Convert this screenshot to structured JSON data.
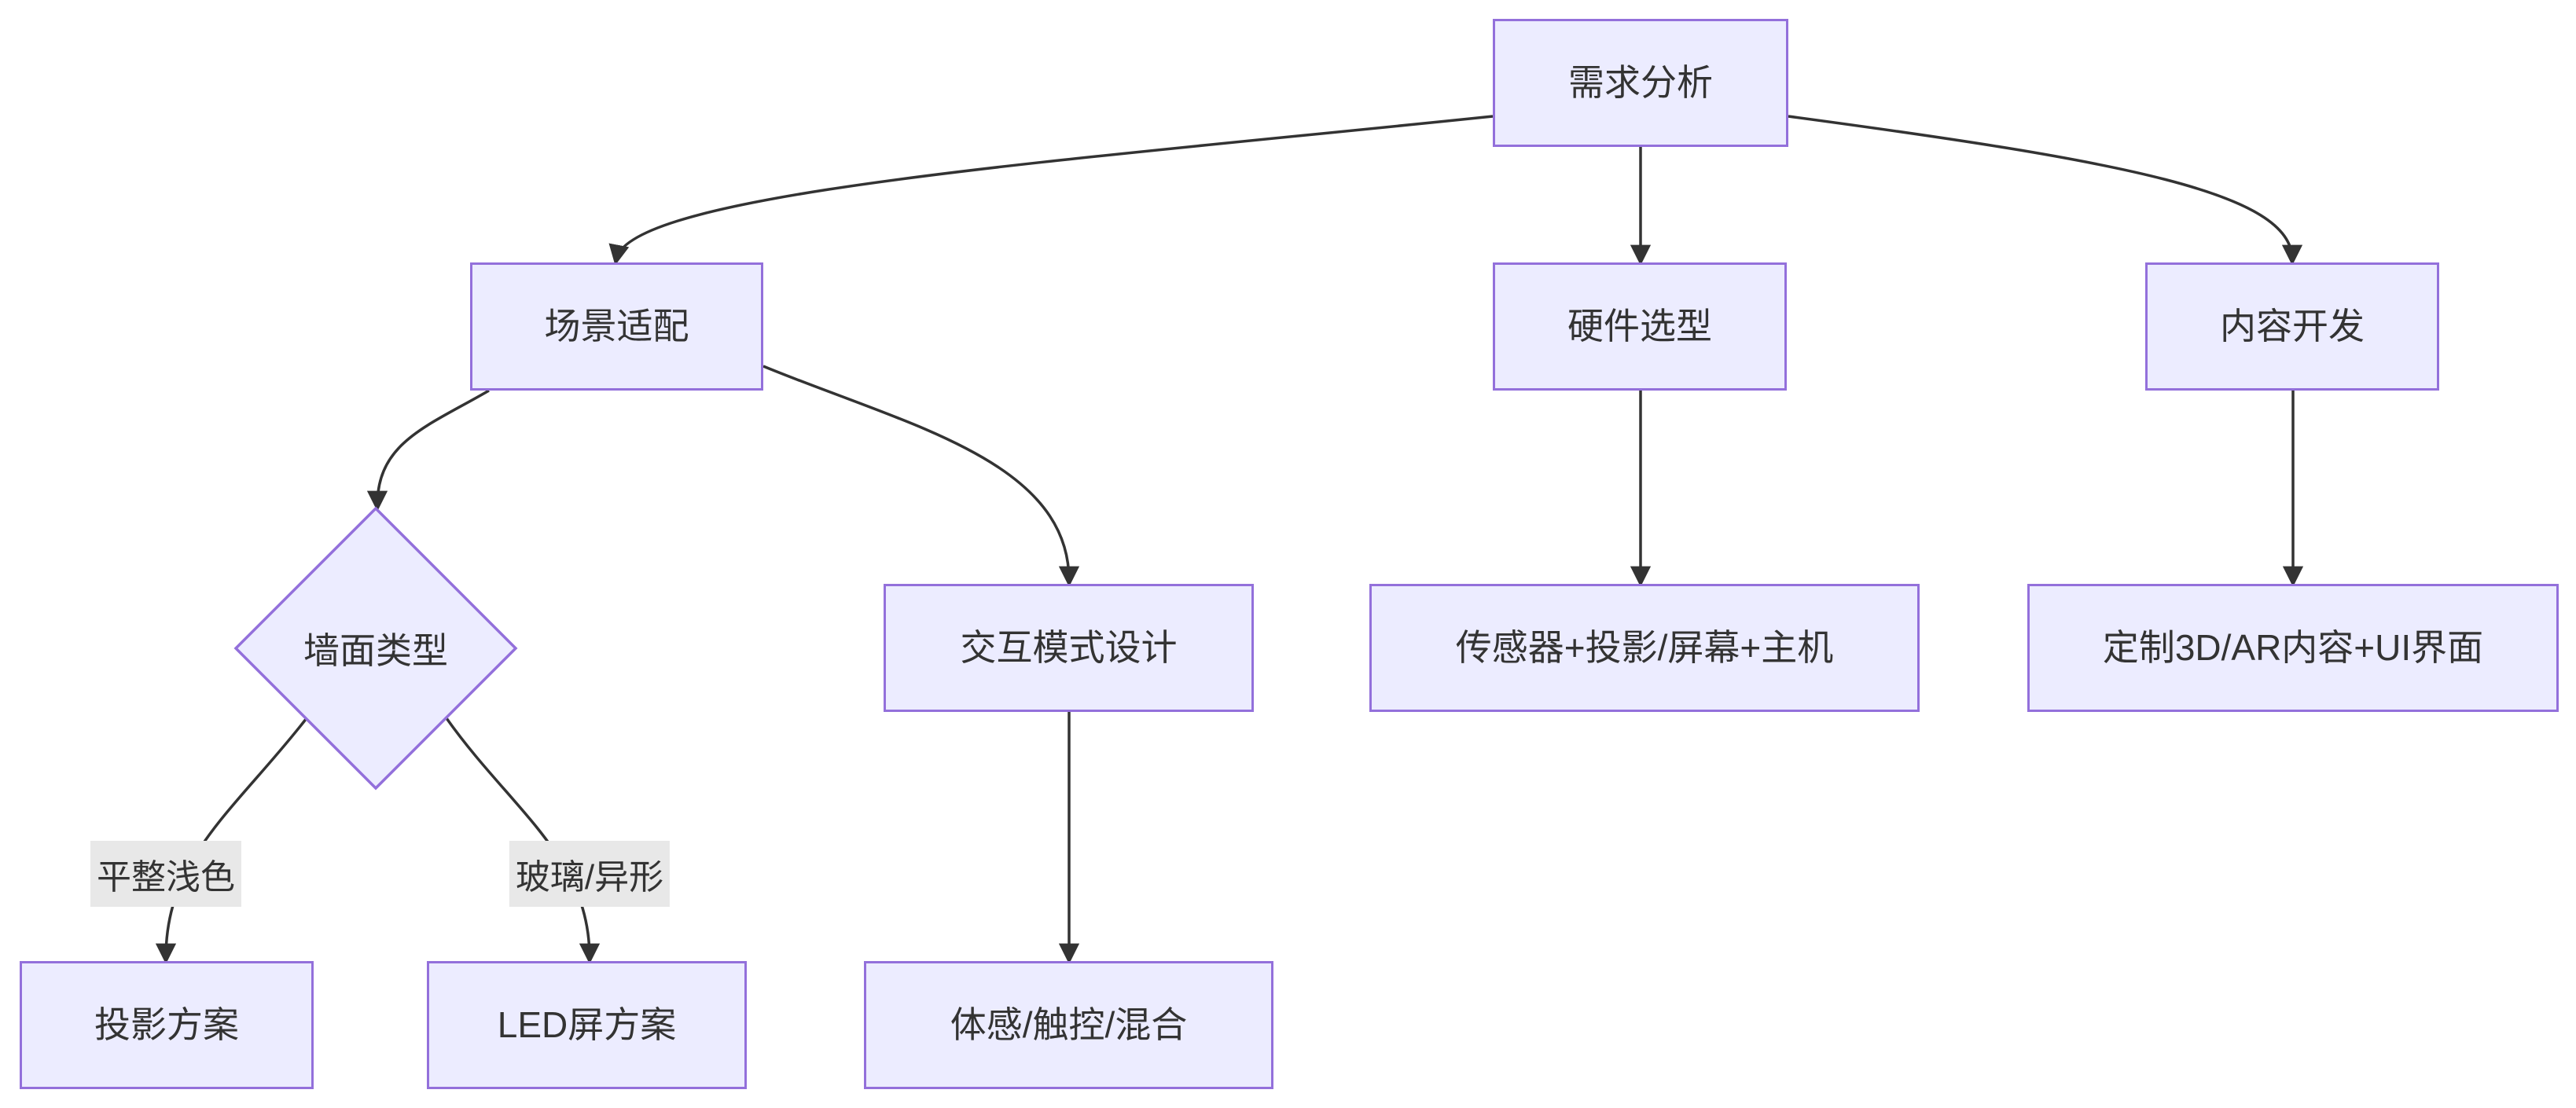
{
  "flowchart": {
    "direction": "top-down",
    "colors": {
      "node_fill": "#ECECFF",
      "node_border": "#9370DB",
      "edge": "#333333",
      "text": "#333333",
      "edge_label_bg": "#e8e8e8",
      "background": "#ffffff"
    },
    "nodes": {
      "requirements": {
        "label": "需求分析",
        "shape": "rectangle"
      },
      "scene_adapt": {
        "label": "场景适配",
        "shape": "rectangle"
      },
      "hardware": {
        "label": "硬件选型",
        "shape": "rectangle"
      },
      "content_dev": {
        "label": "内容开发",
        "shape": "rectangle"
      },
      "wall_type": {
        "label": "墙面类型",
        "shape": "diamond"
      },
      "interaction_design": {
        "label": "交互模式设计",
        "shape": "rectangle"
      },
      "hardware_detail": {
        "label": "传感器+投影/屏幕+主机",
        "shape": "rectangle"
      },
      "content_detail": {
        "label": "定制3D/AR内容+UI界面",
        "shape": "rectangle"
      },
      "projection_plan": {
        "label": "投影方案",
        "shape": "rectangle"
      },
      "led_plan": {
        "label": "LED屏方案",
        "shape": "rectangle"
      },
      "hybrid_modes": {
        "label": "体感/触控/混合",
        "shape": "rectangle"
      }
    },
    "edges": [
      {
        "from": "需求分析",
        "to": "场景适配",
        "label": ""
      },
      {
        "from": "需求分析",
        "to": "硬件选型",
        "label": ""
      },
      {
        "from": "需求分析",
        "to": "内容开发",
        "label": ""
      },
      {
        "from": "场景适配",
        "to": "墙面类型",
        "label": ""
      },
      {
        "from": "场景适配",
        "to": "交互模式设计",
        "label": ""
      },
      {
        "from": "墙面类型",
        "to": "投影方案",
        "label": "平整浅色"
      },
      {
        "from": "墙面类型",
        "to": "LED屏方案",
        "label": "玻璃/异形"
      },
      {
        "from": "交互模式设计",
        "to": "体感/触控/混合",
        "label": ""
      },
      {
        "from": "硬件选型",
        "to": "传感器+投影/屏幕+主机",
        "label": ""
      },
      {
        "from": "内容开发",
        "to": "定制3D/AR内容+UI界面",
        "label": ""
      }
    ]
  }
}
